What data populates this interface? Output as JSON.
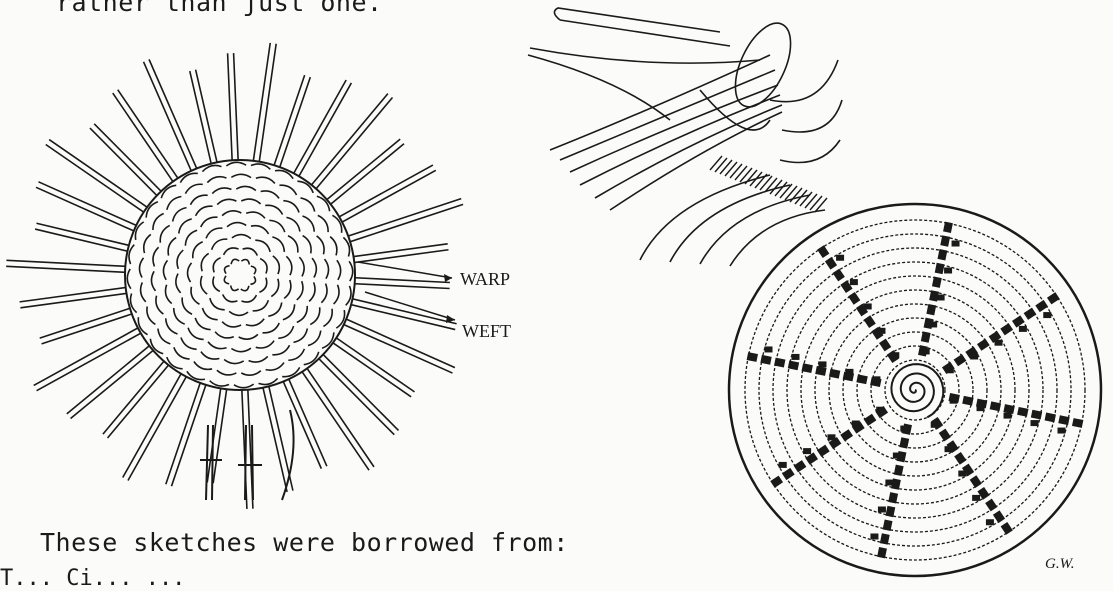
{
  "page": {
    "top_text": "rather than just one.",
    "source_text": "These sketches were borrowed from:",
    "cut_text": "T... Ci... ..."
  },
  "figure_left": {
    "warp_label": "WARP",
    "weft_label": "WEFT"
  },
  "figure_disc": {
    "signature": "G.W."
  }
}
